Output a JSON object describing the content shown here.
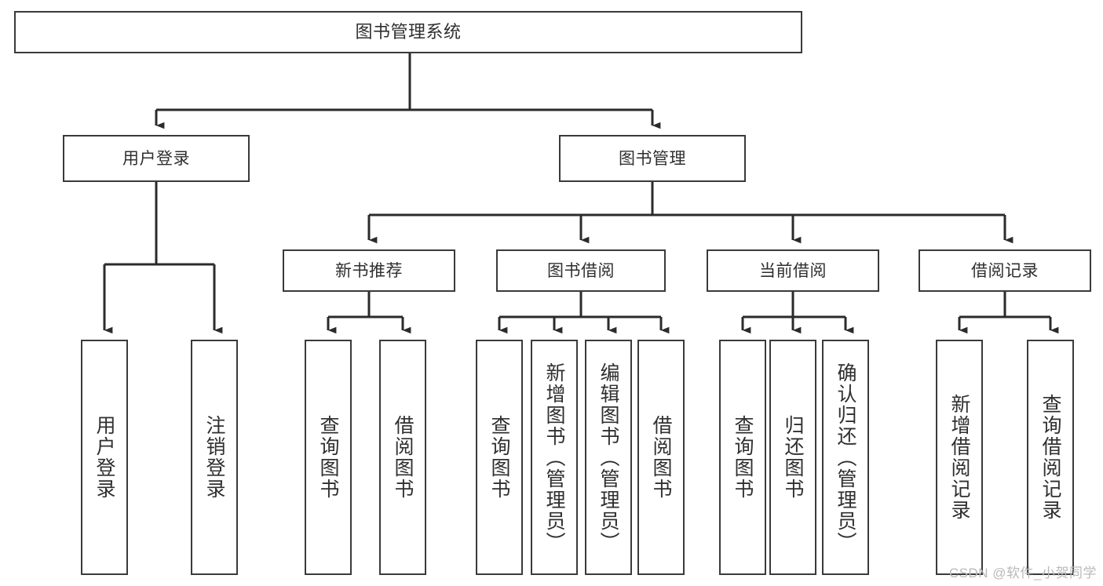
{
  "diagram": {
    "type": "tree-hierarchy-chart",
    "title": "图书管理系统",
    "watermark": "CSDN @软件_小贺同学",
    "colors": {
      "box_border": "#3a3a3a",
      "box_fill": "#ffffff",
      "connector": "#2b2b2b",
      "text": "#2f2f2f",
      "watermark": "#b9b9b9",
      "background": "#ffffff"
    },
    "levels": [
      {
        "level": 1,
        "nodes": [
          {
            "id": "root",
            "label": "图书管理系统",
            "orientation": "horizontal"
          }
        ]
      },
      {
        "level": 2,
        "nodes": [
          {
            "id": "user-login",
            "label": "用户登录",
            "orientation": "horizontal",
            "parent": "root"
          },
          {
            "id": "book-manage",
            "label": "图书管理",
            "orientation": "horizontal",
            "parent": "root"
          }
        ]
      },
      {
        "level": 3,
        "nodes": [
          {
            "id": "new-book-rec",
            "label": "新书推荐",
            "orientation": "horizontal",
            "parent": "book-manage"
          },
          {
            "id": "book-borrow",
            "label": "图书借阅",
            "orientation": "horizontal",
            "parent": "book-manage"
          },
          {
            "id": "current-borrow",
            "label": "当前借阅",
            "orientation": "horizontal",
            "parent": "book-manage"
          },
          {
            "id": "borrow-record",
            "label": "借阅记录",
            "orientation": "horizontal",
            "parent": "book-manage"
          }
        ]
      },
      {
        "level": 4,
        "nodes": [
          {
            "id": "leaf-user-login",
            "label": "用户登录",
            "orientation": "vertical",
            "parent": "user-login"
          },
          {
            "id": "leaf-logout",
            "label": "注销登录",
            "orientation": "vertical",
            "parent": "user-login"
          },
          {
            "id": "leaf-query-book-1",
            "label": "查询图书",
            "orientation": "vertical",
            "parent": "new-book-rec"
          },
          {
            "id": "leaf-borrow-book-1",
            "label": "借阅图书",
            "orientation": "vertical",
            "parent": "new-book-rec"
          },
          {
            "id": "leaf-query-book-2",
            "label": "查询图书",
            "orientation": "vertical",
            "parent": "book-borrow"
          },
          {
            "id": "leaf-add-book",
            "label": "新增图书（管理员）",
            "orientation": "vertical",
            "parent": "book-borrow"
          },
          {
            "id": "leaf-edit-book",
            "label": "编辑图书（管理员）",
            "orientation": "vertical",
            "parent": "book-borrow"
          },
          {
            "id": "leaf-borrow-book-2",
            "label": "借阅图书",
            "orientation": "vertical",
            "parent": "book-borrow"
          },
          {
            "id": "leaf-query-book-3",
            "label": "查询图书",
            "orientation": "vertical",
            "parent": "current-borrow"
          },
          {
            "id": "leaf-return-book",
            "label": "归还图书",
            "orientation": "vertical",
            "parent": "current-borrow"
          },
          {
            "id": "leaf-confirm-return",
            "label": "确认归还（管理员）",
            "orientation": "vertical",
            "parent": "current-borrow"
          },
          {
            "id": "leaf-add-record",
            "label": "新增借阅记录",
            "orientation": "vertical",
            "parent": "borrow-record"
          },
          {
            "id": "leaf-query-record",
            "label": "查询借阅记录",
            "orientation": "vertical",
            "parent": "borrow-record"
          }
        ]
      }
    ],
    "labels": {
      "root": "图书管理系统",
      "user_login": "用户登录",
      "book_manage": "图书管理",
      "new_book_rec": "新书推荐",
      "book_borrow": "图书借阅",
      "current_borrow": "当前借阅",
      "borrow_record": "借阅记录",
      "leaf_user_login": "用户登录",
      "leaf_logout": "注销登录",
      "leaf_query_book_1": "查询图书",
      "leaf_borrow_book_1": "借阅图书",
      "leaf_query_book_2": "查询图书",
      "leaf_add_book": "新增图书（管理员）",
      "leaf_edit_book": "编辑图书（管理员）",
      "leaf_borrow_book_2": "借阅图书",
      "leaf_query_book_3": "查询图书",
      "leaf_return_book": "归还图书",
      "leaf_confirm_return": "确认归还（管理员）",
      "leaf_add_record": "新增借阅记录",
      "leaf_query_record": "查询借阅记录"
    }
  }
}
